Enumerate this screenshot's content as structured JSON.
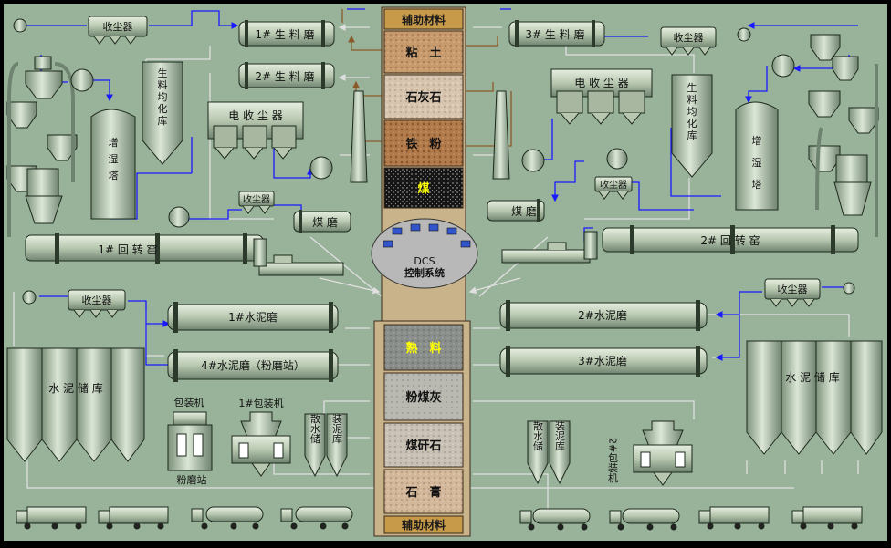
{
  "materials_top": {
    "header": "辅助材料",
    "clay": "粘　土",
    "limestone": "石灰石",
    "iron_ore": "铁　粉",
    "coal": "煤"
  },
  "materials_bottom": {
    "clinker": "熟　料",
    "fly_ash": "粉煤灰",
    "coal_gangue": "煤矸石",
    "gypsum": "石　膏",
    "footer": "辅助材料"
  },
  "equipment": {
    "raw_mill_1": "1# 生 料 磨",
    "raw_mill_2": "2# 生 料 磨",
    "raw_mill_3": "3# 生 料 磨",
    "dust_collector": "收尘器",
    "esp": "电 收 尘 器",
    "raw_homog": "生料均化库",
    "humid_tower": "增湿塔",
    "coal_mill": "煤 磨",
    "kiln_1": "1# 回 转 窑",
    "kiln_2": "2# 回 转 窑",
    "dcs_line1": "DCS",
    "dcs_line2": "控制系统",
    "cement_mill_1": "1#水泥磨",
    "cement_mill_2": "2#水泥磨",
    "cement_mill_3": "3#水泥磨",
    "cement_mill_4": "4#水泥磨（粉磨站）",
    "cement_silo": "水 泥 储 库",
    "packer": "包装机",
    "packer_1": "1#包装机",
    "packer_2": "2#包装机",
    "grinding_station": "粉磨站",
    "bulk_silo_a": "散水储",
    "bulk_silo_b": "装泥库"
  },
  "colors": {
    "equipment_fill": "#b8c8b0",
    "equipment_stroke": "#1c281c",
    "background": "#99b39a",
    "flow_blue": "#1a1aff",
    "flow_gray": "#e0e0e0",
    "flow_brown": "#8b5a2b",
    "highlight_text": "#ffff00"
  }
}
